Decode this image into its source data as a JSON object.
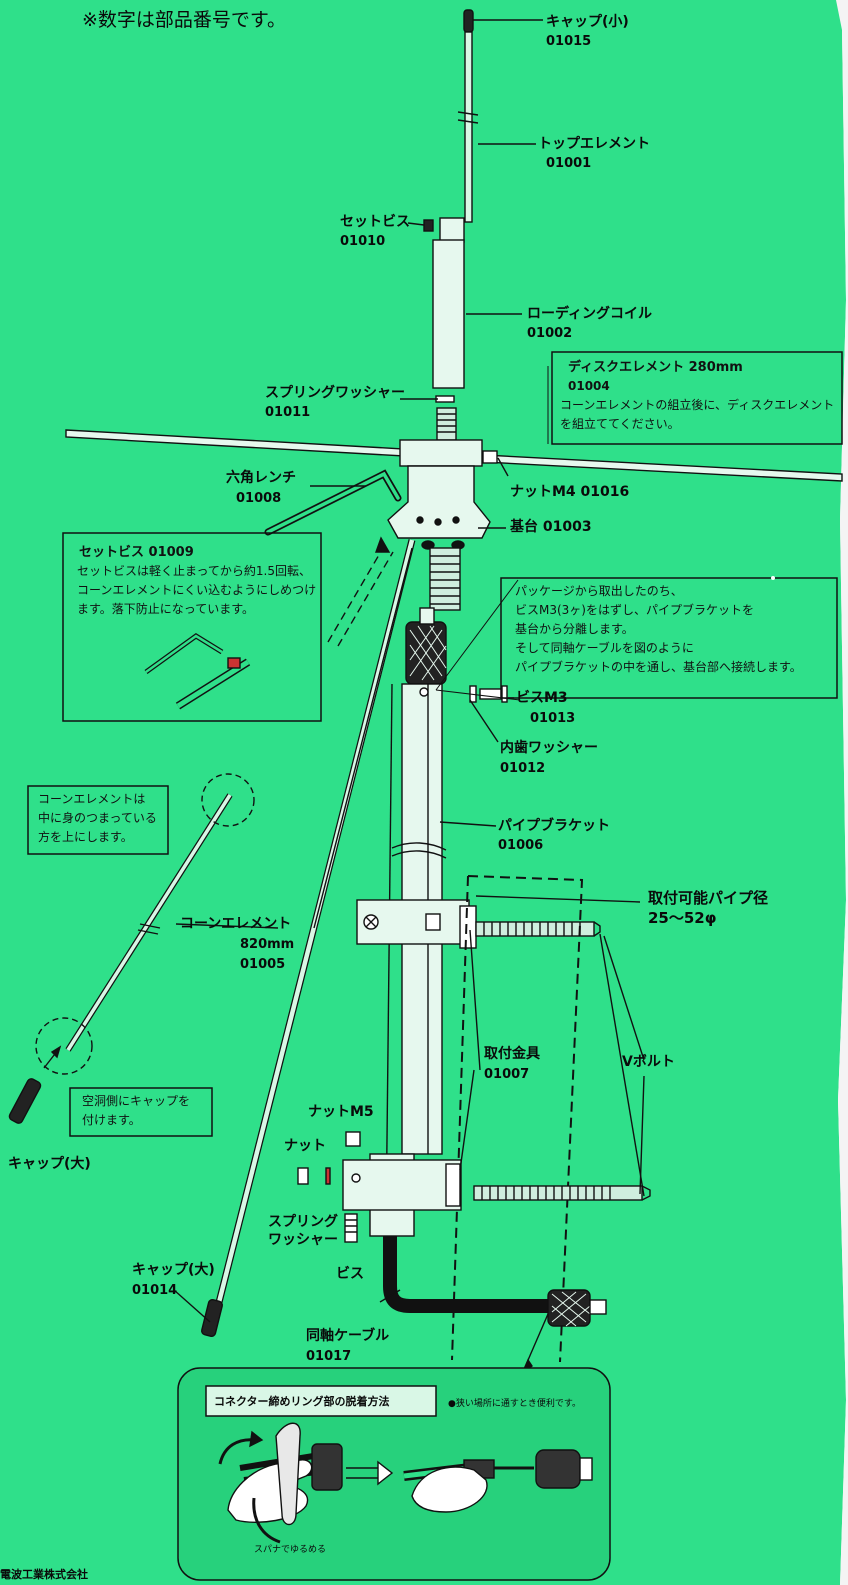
{
  "labels": {
    "note": "※数字は部品番号です。",
    "small_cap": "キャップ(小)",
    "small_cap_code": "01015",
    "top_element": "トップエレメント",
    "top_element_code": "01001",
    "set_screw": "セットビス",
    "set_screw_code": "01010",
    "loading_coil": "ローディングコイル",
    "loading_coil_code": "01002",
    "spring_washer": "スプリングワッシャー",
    "spring_washer_code": "01011",
    "nut_m4": "ナットM4 01016",
    "hex_wrench": "六角レンチ",
    "hex_wrench_code": "01008",
    "base": "基台 01003",
    "screw_m3": "ビスM3",
    "screw_m3_code": "01013",
    "inner_washer": "内歯ワッシャー",
    "inner_washer_code": "01012",
    "pipe_bracket": "パイプブラケット",
    "pipe_bracket_code": "01006",
    "pipe_diameter": "取付可能パイプ径",
    "pipe_diameter_range": "25〜52φ",
    "cone_element": "コーンエレメント",
    "cone_element_length": "820mm",
    "cone_element_code": "01005",
    "mount_bracket": "取付金具",
    "mount_bracket_code": "01007",
    "v_bolt": "Vボルト",
    "nut_m5": "ナットM5",
    "large_cap": "キャップ(大)",
    "nut": "ナット",
    "spring": "スプリング",
    "washer": "ワッシャー",
    "large_cap_lower": "キャップ(大)",
    "large_cap_code": "01014",
    "screw": "ビス",
    "coax": "同軸ケーブル",
    "coax_code": "01017"
  },
  "disc_note": {
    "title": "ディスクエレメント 280mm",
    "code": "01004",
    "lines": [
      "コーンエレメントの組立後に、ディスクエレメント",
      "を組立ててください。"
    ]
  },
  "set_screw_note": {
    "title": "セットビス 01009",
    "lines": [
      "セットビスは軽く止まってから約1.5回転、",
      "コーンエレメントにくい込むようにしめつけ",
      "ます。落下防止になっています。"
    ]
  },
  "package_note": {
    "lines": [
      "パッケージから取出したのち、",
      "ビスM3(3ヶ)をはずし、パイプブラケットを",
      "基台から分離します。",
      "そして同軸ケーブルを図のように",
      "パイプブラケットの中を通し、基台部へ接続します。"
    ]
  },
  "cone_note": {
    "lines": [
      "コーンエレメントは",
      "中に身のつまっている",
      "方を上にします。"
    ]
  },
  "cap_note": {
    "lines": [
      "空洞側にキャップを",
      "付けます。"
    ]
  },
  "howto": {
    "title": "コネクター締めリング部の脱着方法",
    "tip": "●狭い場所に通すとき便利です。",
    "caption": "スパナでゆるめる"
  },
  "footer": {
    "company": "電波工業株式会社"
  }
}
